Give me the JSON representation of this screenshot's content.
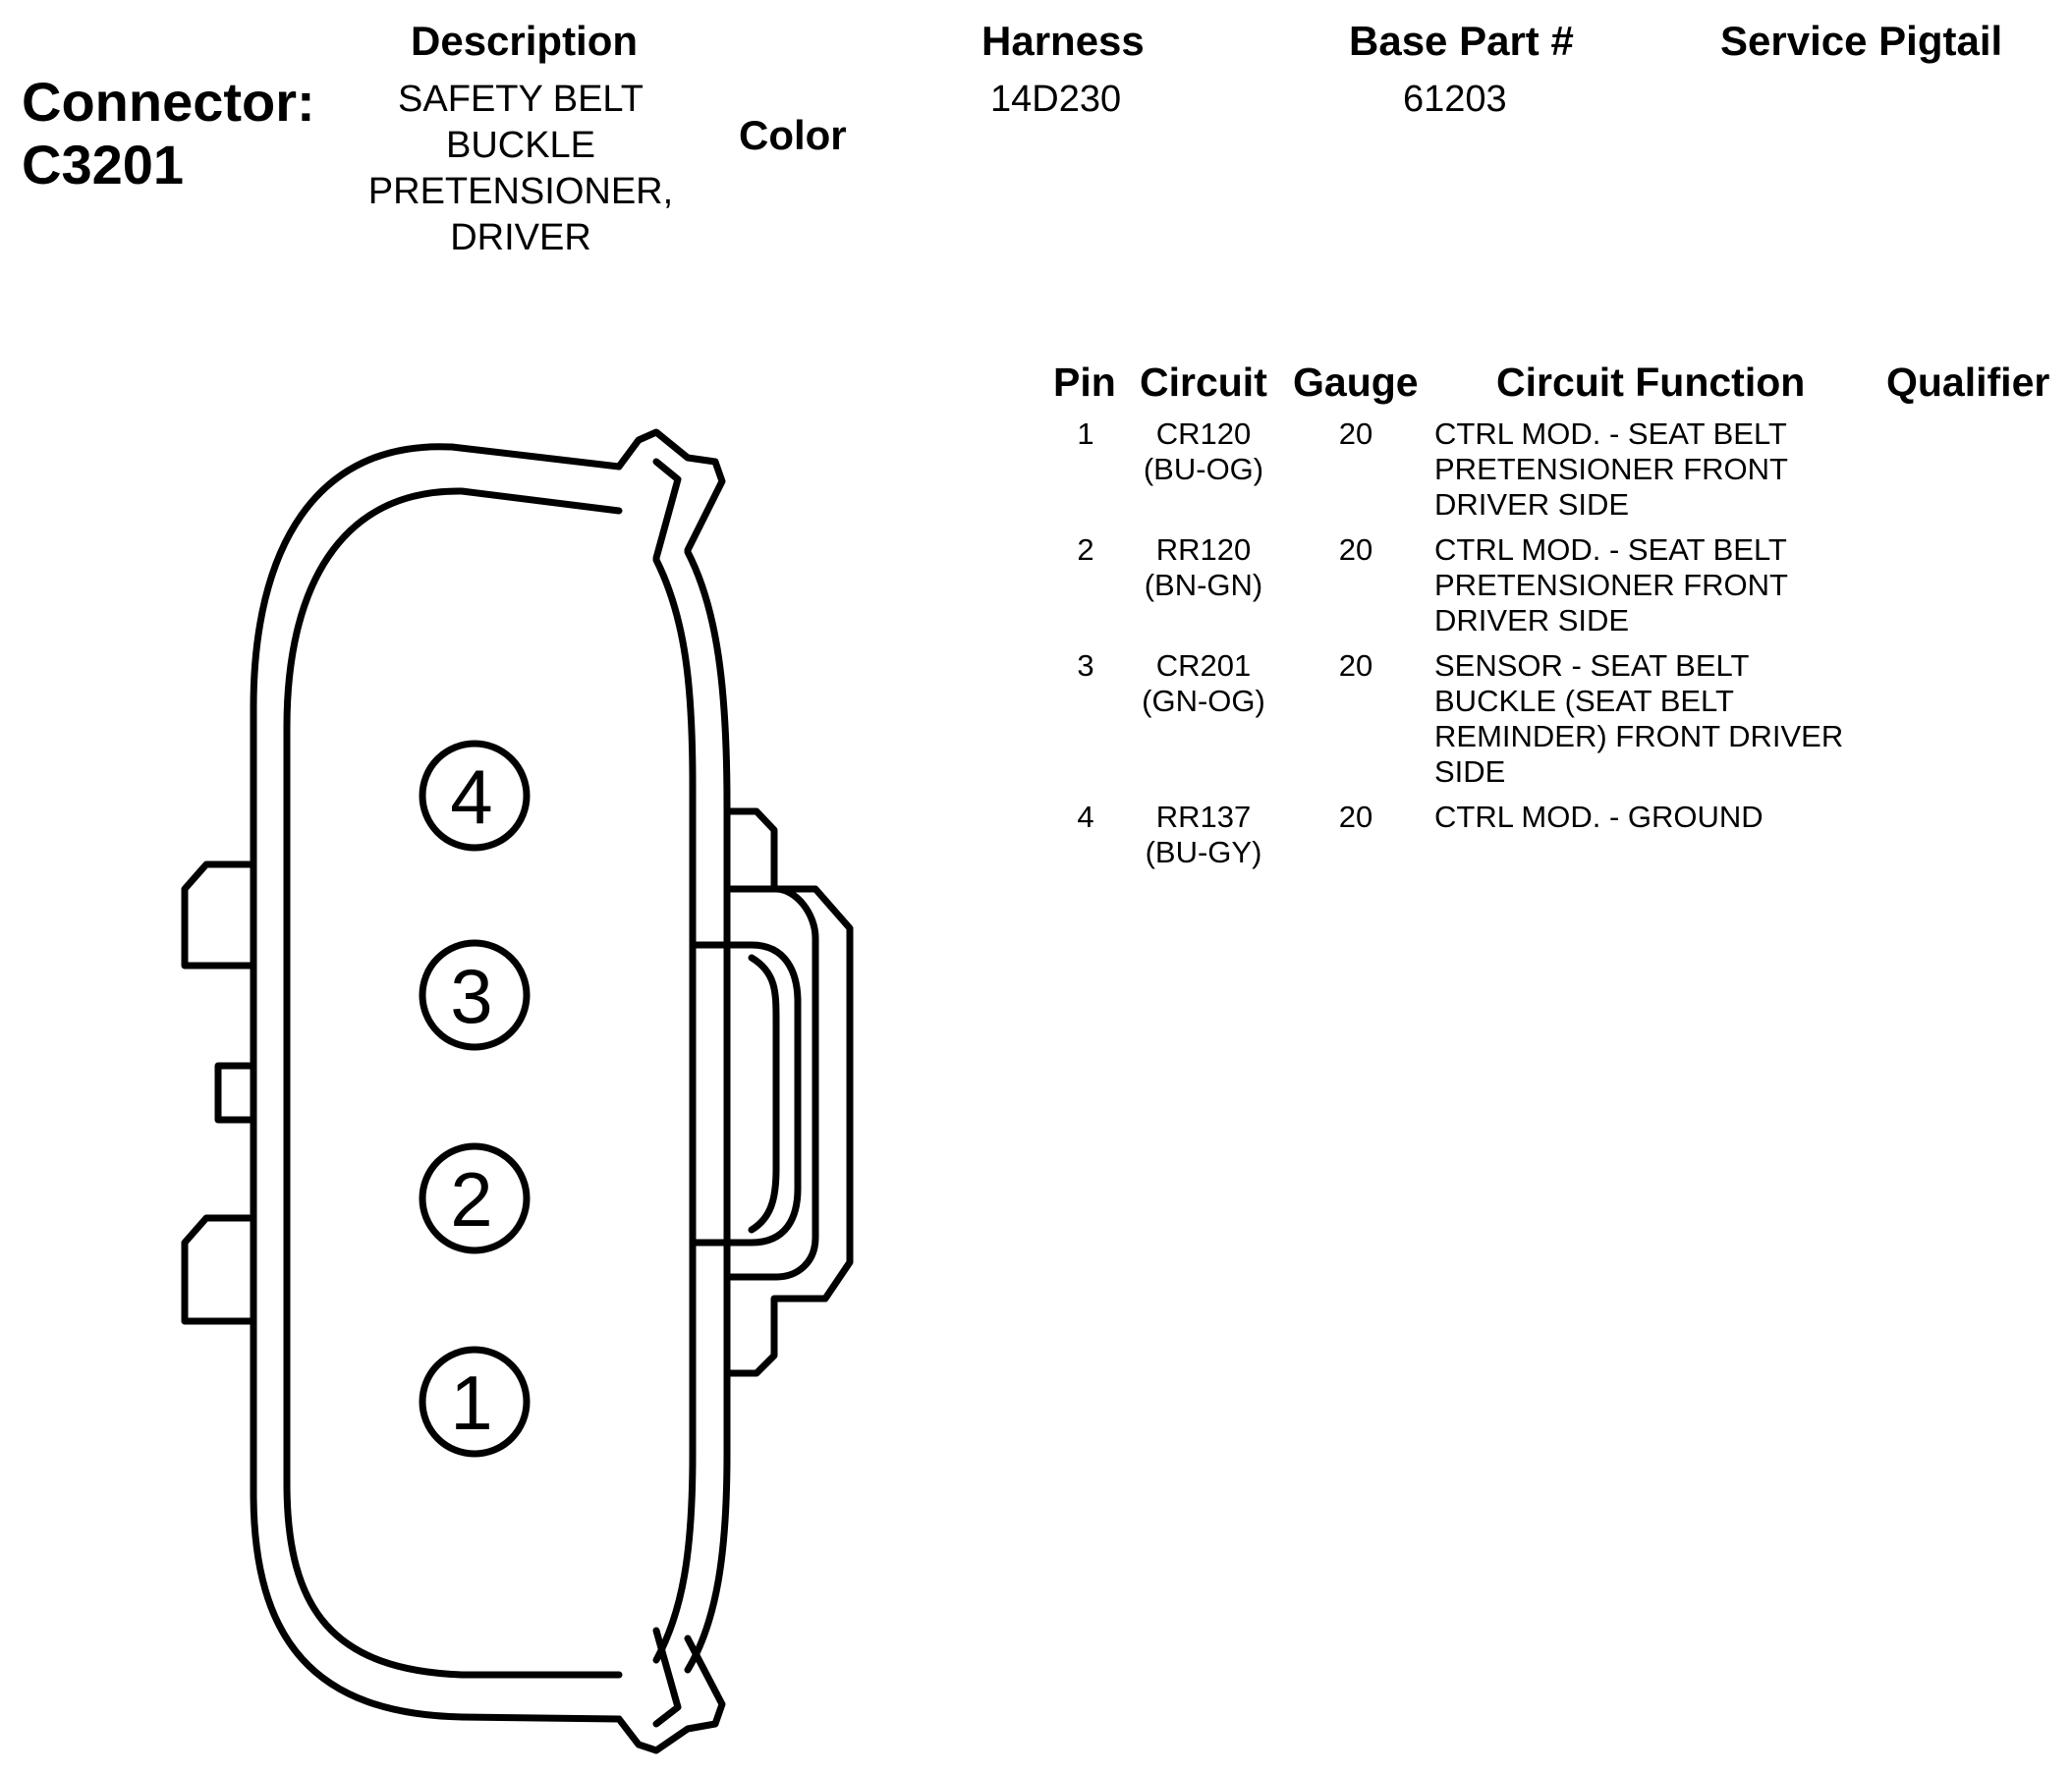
{
  "connector": {
    "label": "Connector:",
    "id": "C3201"
  },
  "header": {
    "description_label": "Description",
    "description_lines": [
      "SAFETY BELT",
      "BUCKLE",
      "PRETENSIONER,",
      "DRIVER"
    ],
    "color_label": "Color",
    "harness_label": "Harness",
    "harness_value": "14D230",
    "base_part_label": "Base Part #",
    "base_part_value": "61203",
    "service_pigtail_label": "Service Pigtail"
  },
  "table": {
    "headers": [
      "Pin",
      "Circuit",
      "Gauge",
      "Circuit Function",
      "Qualifier"
    ],
    "rows": [
      {
        "pin": "1",
        "circuit": "CR120",
        "color": "(BU-OG)",
        "gauge": "20",
        "function": [
          "CTRL MOD. - SEAT BELT",
          "PRETENSIONER FRONT",
          "DRIVER SIDE"
        ]
      },
      {
        "pin": "2",
        "circuit": "RR120",
        "color": "(BN-GN)",
        "gauge": "20",
        "function": [
          "CTRL MOD. - SEAT BELT",
          "PRETENSIONER FRONT",
          "DRIVER SIDE"
        ]
      },
      {
        "pin": "3",
        "circuit": "CR201",
        "color": "(GN-OG)",
        "gauge": "20",
        "function": [
          "SENSOR - SEAT BELT",
          "BUCKLE (SEAT BELT",
          "REMINDER) FRONT DRIVER",
          "SIDE"
        ]
      },
      {
        "pin": "4",
        "circuit": "RR137",
        "color": "(BU-GY)",
        "gauge": "20",
        "function": [
          "CTRL MOD. - GROUND"
        ]
      }
    ]
  },
  "diagram": {
    "pin_labels": [
      "4",
      "3",
      "2",
      "1"
    ]
  }
}
